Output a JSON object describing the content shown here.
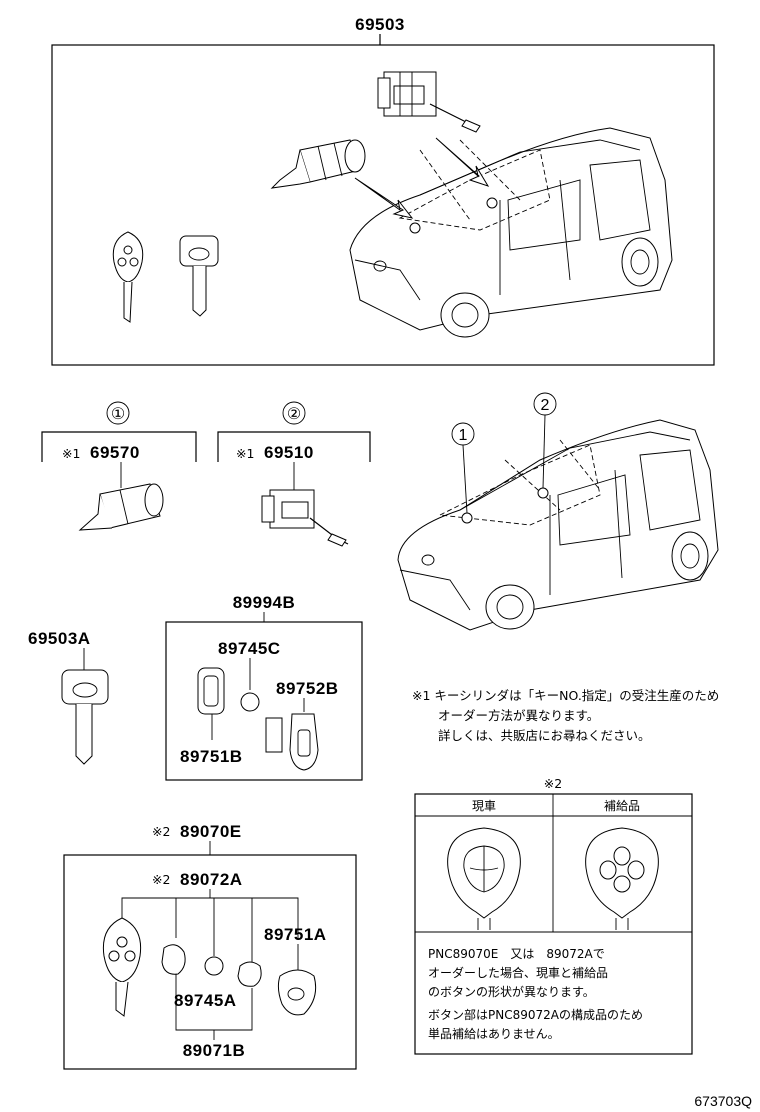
{
  "labels": {
    "main_assembly": "69503",
    "circle_1": "①",
    "circle_2": "②",
    "cyl_ignition": "69570",
    "cyl_door": "69510",
    "note_mark_1": "※1",
    "key_blank": "69503A",
    "set_89994b": "89994B",
    "p_89745c": "89745C",
    "p_89752b": "89752B",
    "p_89751b": "89751B",
    "note_mark_2": "※2",
    "set_89070e": "89070E",
    "set_89072a": "89072A",
    "p_89751a": "89751A",
    "p_89745a": "89745A",
    "p_89071b": "89071B",
    "callout_1": "1",
    "callout_2": "2",
    "diagram_code": "673703Q"
  },
  "notes": {
    "note1_line1": "※1 キーシリンダは「キーNO.指定」の受注生産のため",
    "note1_line2": "オーダー方法が異なります。",
    "note1_line3": "詳しくは、共販店にお尋ねください。"
  },
  "table": {
    "mark": "※2",
    "col1": "現車",
    "col2": "補給品",
    "text1": "PNC89070E　又は　89072Aで",
    "text2": "オーダーした場合、現車と補給品",
    "text3": "のボタンの形状が異なります。",
    "text4": "ボタン部はPNC89072Aの構成品のため",
    "text5": "単品補給はありません。"
  }
}
